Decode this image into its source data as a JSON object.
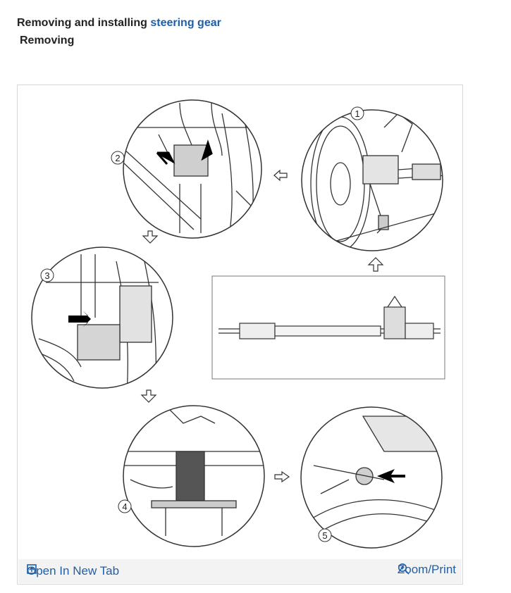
{
  "heading": {
    "prefix": "Removing and installing ",
    "link": "steering gear"
  },
  "subheading": "Removing",
  "figure": {
    "step_numbers": [
      "1",
      "2",
      "3",
      "4",
      "5"
    ],
    "actions": {
      "open_new_tab": "Open In New Tab",
      "zoom_print": "Zoom/Print"
    }
  },
  "colors": {
    "link": "#1f5fa8",
    "toolbar_bg": "#f3f3f3"
  },
  "icons": [
    "open-new-tab-icon",
    "zoom-in-icon",
    "flow-arrow-icon",
    "pointer-arrow-icon"
  ]
}
